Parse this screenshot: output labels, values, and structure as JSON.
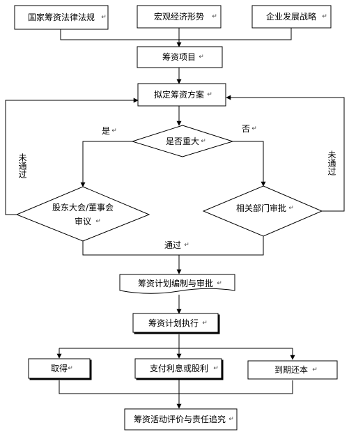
{
  "nodes": {
    "law": "国家筹资法律法规",
    "macro": "宏观经济形势",
    "strategy": "企业发展战略",
    "project": "筹资项目",
    "plan": "拟定筹资方案",
    "major": "是否重大",
    "board_line1": "股东大会/董事会",
    "board_line2": "审议",
    "dept": "相关部门审批",
    "compile": "筹资计划编制与审批",
    "execute": "筹资计划执行",
    "obtain": "取得",
    "pay": "支付利息或股利",
    "repay": "到期还本",
    "evaluate": "筹资活动评价与责任追究"
  },
  "edge_labels": {
    "yes": "是",
    "no": "否",
    "passed": "通过",
    "not_passed_left": "未通过",
    "not_passed_right": "未通过"
  },
  "paragraph_mark": "↵"
}
